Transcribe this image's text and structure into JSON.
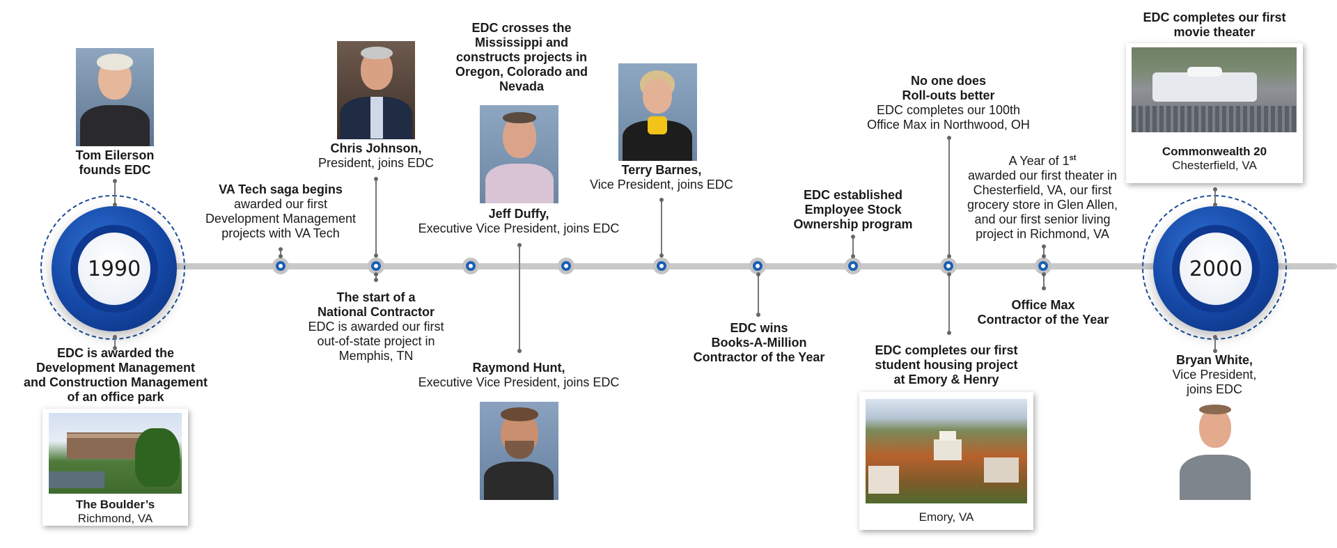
{
  "years": {
    "start": "1990",
    "end": "2000"
  },
  "events": {
    "tom": {
      "name": "Tom Eilerson",
      "detail": "founds EDC"
    },
    "award_office_park": {
      "lines": [
        "EDC is awarded the",
        "Development Management",
        "and Construction Management",
        "of an office park"
      ]
    },
    "boulders": {
      "title": "The Boulder’s",
      "place": "Richmond, VA"
    },
    "vatech": {
      "title": "VA Tech saga begins",
      "lines": [
        "awarded our first",
        "Development Management",
        "projects with VA Tech"
      ]
    },
    "chris": {
      "name": "Chris Johnson,",
      "detail": "President, joins EDC"
    },
    "national": {
      "title_lines": [
        "The start of a",
        "National Contractor"
      ],
      "lines": [
        "EDC is awarded our first",
        "out-of-state project in",
        "Memphis, TN"
      ]
    },
    "mississippi": {
      "title_lines": [
        "EDC crosses the",
        "Mississippi and",
        "constructs projects in",
        "Oregon, Colorado and",
        "Nevada"
      ]
    },
    "jeff": {
      "name": "Jeff Duffy,",
      "detail": "Executive Vice President, joins EDC"
    },
    "raymond": {
      "name": "Raymond Hunt,",
      "detail": "Executive Vice President, joins EDC"
    },
    "terry": {
      "name": "Terry Barnes,",
      "detail": "Vice President, joins EDC"
    },
    "books": {
      "title_lines": [
        "EDC wins",
        "Books-A-Million",
        "Contractor of the Year"
      ]
    },
    "esop": {
      "title_lines": [
        "EDC established",
        "Employee Stock",
        "Ownership program"
      ]
    },
    "rollouts": {
      "title_lines": [
        "No one does",
        "Roll-outs better"
      ],
      "lines": [
        "EDC completes our 100th",
        "Office Max in Northwood, OH"
      ]
    },
    "emory": {
      "title_lines": [
        "EDC completes our first",
        "student housing project",
        "at Emory & Henry"
      ],
      "place": "Emory, VA"
    },
    "year_of_firsts": {
      "title": "A Year of 1",
      "sup": "st",
      "lines": [
        "awarded our first theater in",
        "Chesterfield, VA, our first",
        "grocery store in Glen Allen,",
        "and our first senior living",
        "project in Richmond, VA"
      ]
    },
    "officemax": {
      "title_lines": [
        "Office Max",
        "Contractor of the Year"
      ]
    },
    "theater": {
      "title_lines": [
        "EDC completes our first",
        "movie theater"
      ],
      "card_title": "Commonwealth 20",
      "card_place": "Chesterfield, VA"
    },
    "bryan": {
      "name": "Bryan White,",
      "lines": [
        "Vice President,",
        "joins EDC"
      ]
    }
  },
  "colors": {
    "accent": "#1447a5",
    "axis": "#c9c9c9",
    "text": "#1a1a1a"
  }
}
